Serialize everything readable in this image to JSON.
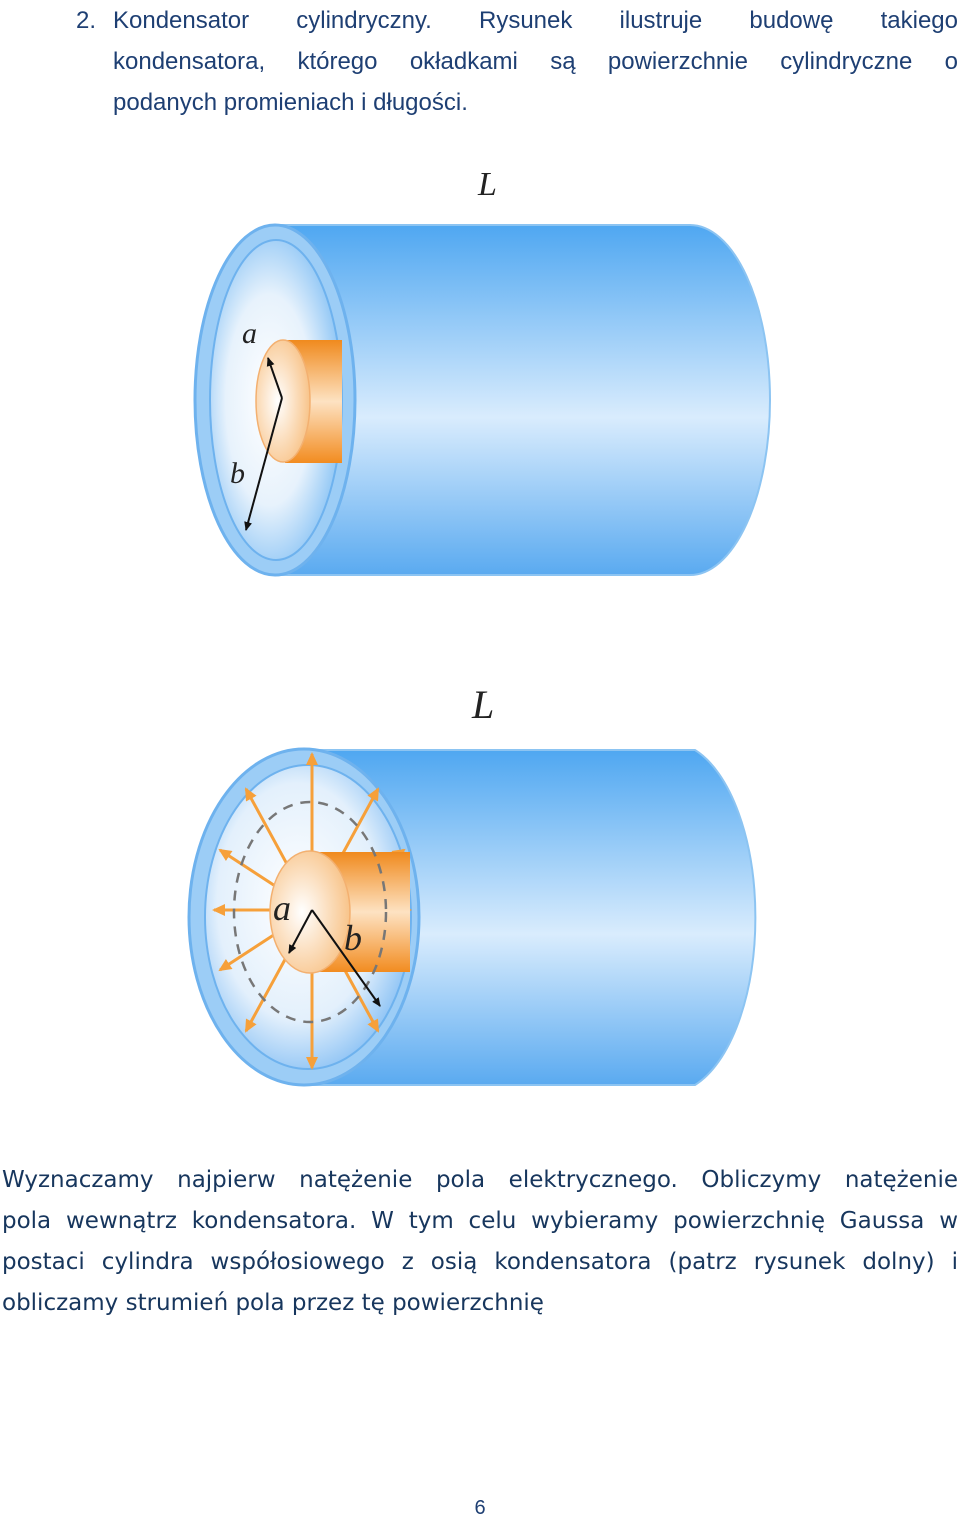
{
  "intro": {
    "number": "2.",
    "lines": [
      "Kondensator cylindryczny. Rysunek ilustruje budowę takiego",
      "kondensatora, którego okładkami są powierzchnie cylindryczne o",
      "podanych promieniach i długości."
    ]
  },
  "figure_top": {
    "label_length": "L",
    "label_inner_radius": "a",
    "label_outer_radius": "b"
  },
  "figure_bottom": {
    "label_length": "L",
    "label_inner_radius": "a",
    "label_outer_radius": "b"
  },
  "body": {
    "lines": [
      "Wyznaczamy najpierw natężenie pola elektrycznego. Obliczymy natężenie",
      "pola wewnątrz kondensatora. W tym celu wybieramy powierzchnię Gaussa w",
      "postaci cylindra współosiowego z osią kondensatora (patrz rysunek dolny) i",
      "obliczamy strumień pola przez tę powierzchnię"
    ]
  },
  "footer": {
    "page_number": "6"
  },
  "colors": {
    "text": "#1e3f73",
    "cylinder_outer": "#4aa3f0",
    "cylinder_inner": "#f39a2c",
    "arrow_field": "#f7a43a"
  }
}
